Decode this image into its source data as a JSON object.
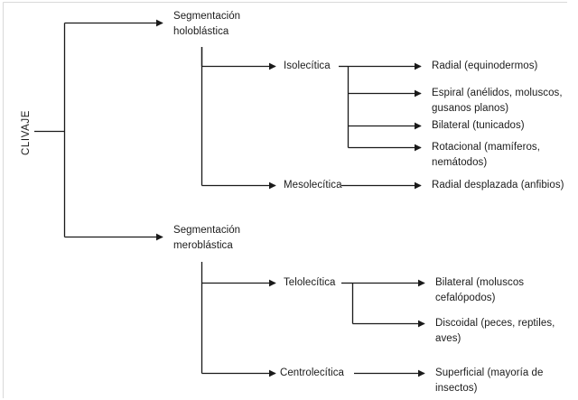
{
  "diagram": {
    "title": "CLIVAJE",
    "type": "hierarchical-tree",
    "orientation": "left-to-right",
    "line_color": "#1a1a1a",
    "text_color": "#1b1b1b",
    "background_color": "#ffffff",
    "border_color": "#d9d9d9",
    "root": {
      "label": "CLIVAJE",
      "rotated": "vertical"
    },
    "level1": [
      {
        "id": "holoblastica",
        "label": "Segmentación\nholoblástica"
      },
      {
        "id": "meroblastica",
        "label": "Segmentación\nmeroblástica"
      }
    ],
    "level2": [
      {
        "id": "isolecitica",
        "label": "Isolecítica",
        "parent": "holoblastica"
      },
      {
        "id": "mesolecitica",
        "label": "Mesolecítica",
        "parent": "holoblastica"
      },
      {
        "id": "telolecitica",
        "label": "Telolecítica",
        "parent": "meroblastica"
      },
      {
        "id": "centrolecitica",
        "label": "Centrolecítica",
        "parent": "meroblastica"
      }
    ],
    "level3": [
      {
        "id": "radial",
        "label": "Radial (equinodermos)",
        "parent": "isolecitica"
      },
      {
        "id": "espiral",
        "label": "Espiral (anélidos, moluscos,\ngusanos planos)",
        "parent": "isolecitica"
      },
      {
        "id": "bilateral-tunicados",
        "label": "Bilateral (tunicados)",
        "parent": "isolecitica"
      },
      {
        "id": "rotacional",
        "label": "Rotacional (mamíferos,\nnemátodos)",
        "parent": "isolecitica"
      },
      {
        "id": "radial-desplazada",
        "label": "Radial desplazada (anfibios)",
        "parent": "mesolecitica"
      },
      {
        "id": "bilateral-moluscos",
        "label": "Bilateral (moluscos\ncefalópodos)",
        "parent": "telolecitica"
      },
      {
        "id": "discoidal",
        "label": "Discoidal (peces, reptiles,\naves)",
        "parent": "telolecitica"
      },
      {
        "id": "superficial",
        "label": "Superficial (mayoría de\ninsectos)",
        "parent": "centrolecitica"
      }
    ]
  }
}
